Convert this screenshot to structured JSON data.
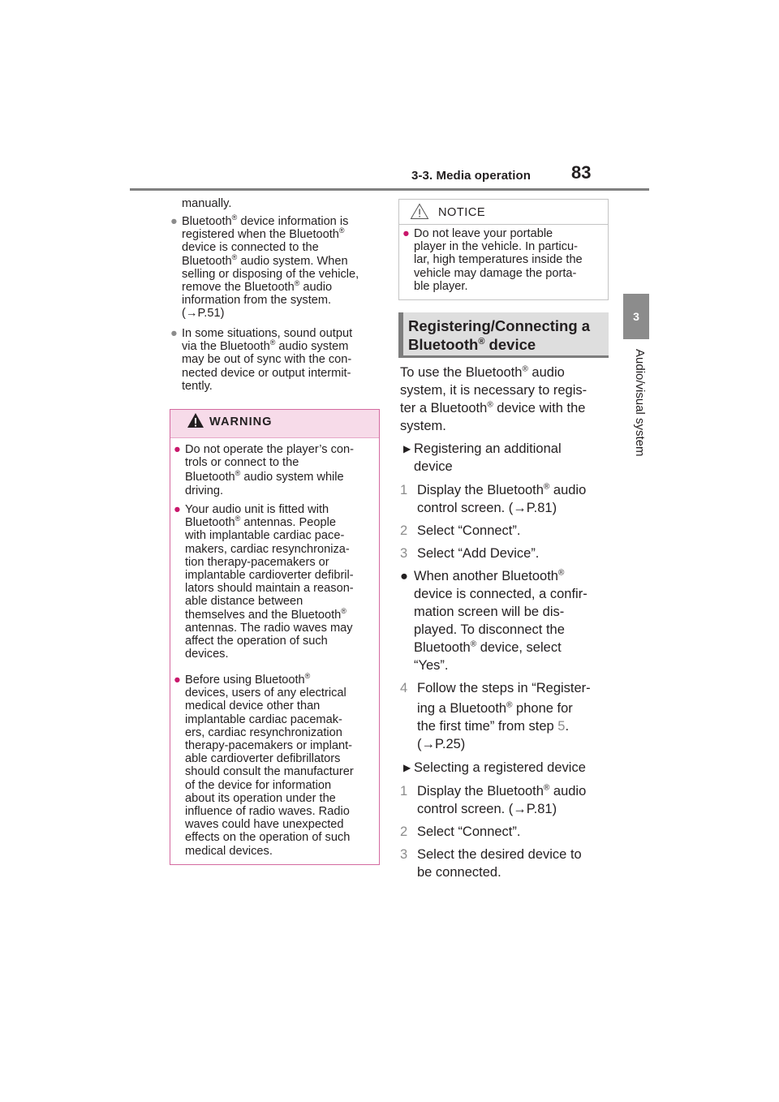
{
  "header": {
    "section": "3-3. Media operation",
    "page_number": "83"
  },
  "side_tab": {
    "chapter_number": "3",
    "chapter_title": "Audio/visual system"
  },
  "left": {
    "continuation": "manually.",
    "bullet1": {
      "l1a": "Bluetooth",
      "l1b": " device information is",
      "l2a": "registered when the Bluetooth",
      "l3": "device is connected to the",
      "l4a": "Bluetooth",
      "l4b": " audio system. When",
      "l5": "selling or disposing of the vehicle,",
      "l6a": "remove the Bluetooth",
      "l6b": " audio",
      "l7": "information from the system.",
      "l8": "(→P.51)"
    },
    "bullet2": {
      "l1": "In some situations, sound output",
      "l2a": "via the Bluetooth",
      "l2b": " audio system",
      "l3": "may be out of sync with the con-",
      "l4": "nected device or output intermit-",
      "l5": "tently."
    }
  },
  "warning": {
    "title": "WARNING",
    "b1": {
      "l1": "Do not operate the player’s con-",
      "l2": "trols or connect to the",
      "l3a": "Bluetooth",
      "l3b": " audio system while",
      "l4": "driving."
    },
    "b2": {
      "l1": "Your audio unit is fitted with",
      "l2a": "Bluetooth",
      "l2b": " antennas. People",
      "l3": "with implantable cardiac pace-",
      "l4": "makers, cardiac resynchroniza-",
      "l5": "tion therapy-pacemakers or",
      "l6": "implantable cardioverter defibril-",
      "l7": "lators should maintain a reason-",
      "l8": "able distance between",
      "l9a": "themselves and the Bluetooth",
      "l10": "antennas. The radio waves may",
      "l11": "affect the operation of such",
      "l12": "devices."
    },
    "b3": {
      "l1a": "Before using Bluetooth",
      "l2": "devices, users of any electrical",
      "l3": "medical device other than",
      "l4": "implantable cardiac pacemak-",
      "l5": "ers, cardiac resynchronization",
      "l6": "therapy-pacemakers or implant-",
      "l7": "able cardioverter defibrillators",
      "l8": "should consult the manufacturer",
      "l9": "of the device for information",
      "l10": "about its operation under the",
      "l11": "influence of radio waves. Radio",
      "l12": "waves could have unexpected",
      "l13": "effects on the operation of such",
      "l14": "medical devices."
    }
  },
  "notice": {
    "title": "NOTICE",
    "l1": "Do not leave your portable",
    "l2": "player in the vehicle. In particu-",
    "l3": "lar, high temperatures inside the",
    "l4": "vehicle may damage the porta-",
    "l5": "ble player."
  },
  "section": {
    "title_l1": "Registering/Connecting a",
    "title_l2a": "Bluetooth",
    "title_l2b": " device"
  },
  "intro": {
    "l1a": "To use the Bluetooth",
    "l1b": " audio",
    "l2": "system, it is necessary to regis-",
    "l3a": "ter a Bluetooth",
    "l3b": " device with the",
    "l4": "system."
  },
  "proc1": {
    "heading_l1": "Registering an additional",
    "heading_l2": "device",
    "s1_num": "1",
    "s1_l1a": "Display the Bluetooth",
    "s1_l1b": " audio",
    "s1_l2": "control screen. (→P.81)",
    "s2_num": "2",
    "s2": "Select “Connect”.",
    "s3_num": "3",
    "s3": "Select “Add Device”.",
    "note_l1a": "When another Bluetooth",
    "note_l2": "device is connected, a confir-",
    "note_l3": "mation screen will be dis-",
    "note_l4": "played. To disconnect the",
    "note_l5a": "Bluetooth",
    "note_l5b": " device, select",
    "note_l6": "“Yes”.",
    "s4_num": "4",
    "s4_l1": "Follow the steps in “Register-",
    "s4_l2a": "ing a Bluetooth",
    "s4_l2b": " phone for",
    "s4_l3a": "the first time” from step ",
    "s4_l3ref": "5",
    "s4_l3b": ".",
    "s4_l4": "(→P.25)"
  },
  "proc2": {
    "heading": "Selecting a registered device",
    "s1_num": "1",
    "s1_l1a": "Display the Bluetooth",
    "s1_l1b": " audio",
    "s1_l2": "control screen. (→P.81)",
    "s2_num": "2",
    "s2": "Select “Connect”.",
    "s3_num": "3",
    "s3_l1": "Select the desired device to",
    "s3_l2": "be connected."
  },
  "registered_mark": "®",
  "colors": {
    "warning_accent": "#c9176b",
    "warning_head_bg": "#f7dbe9",
    "rule_gray": "#808080",
    "heading_bg": "#dedede"
  }
}
